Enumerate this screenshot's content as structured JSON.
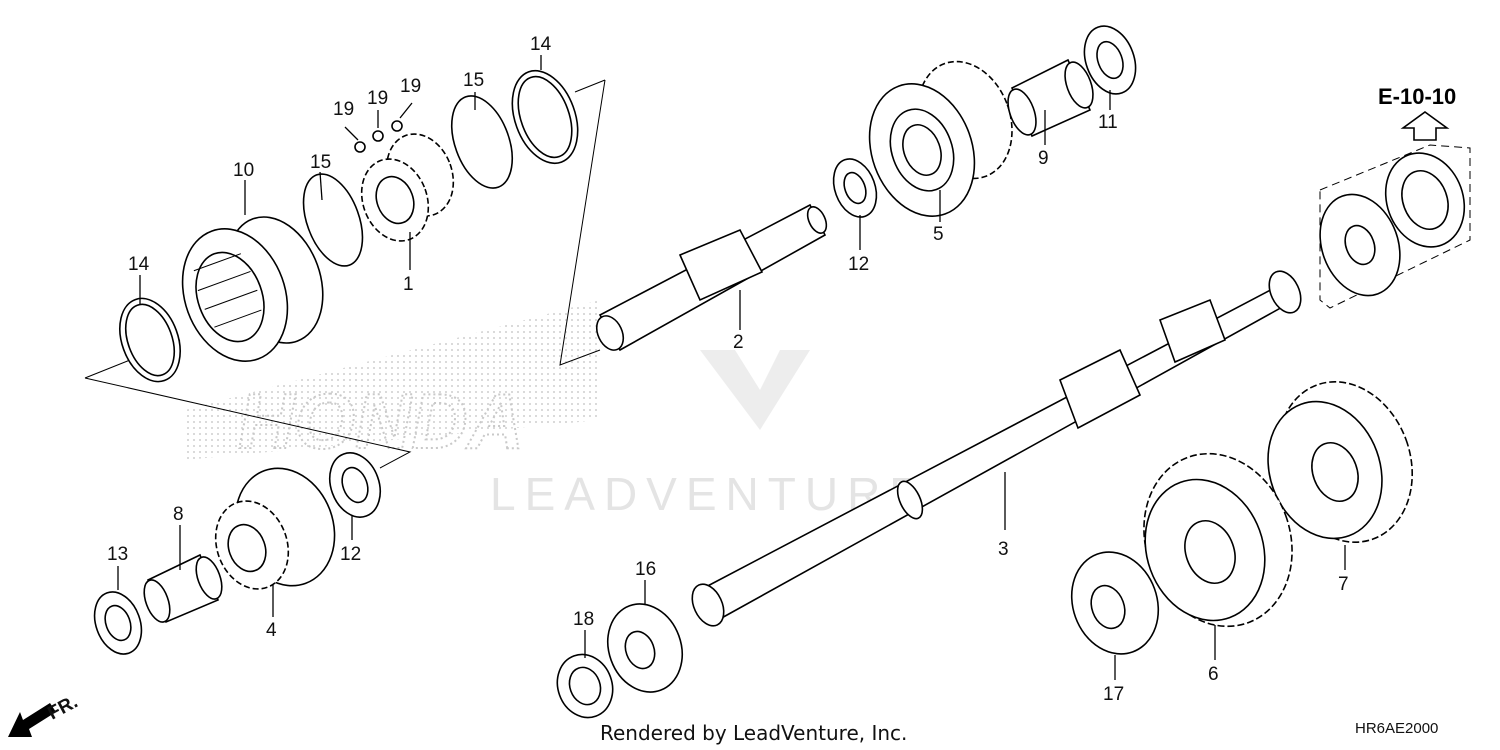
{
  "callouts": {
    "p1": "1",
    "p2": "2",
    "p3": "3",
    "p4": "4",
    "p5": "5",
    "p6": "6",
    "p7": "7",
    "p8": "8",
    "p9": "9",
    "p10": "10",
    "p11": "11",
    "p12a": "12",
    "p12b": "12",
    "p13": "13",
    "p14a": "14",
    "p14b": "14",
    "p15a": "15",
    "p15b": "15",
    "p16": "16",
    "p17": "17",
    "p18": "18",
    "p19a": "19",
    "p19b": "19",
    "p19c": "19"
  },
  "reference": "E-10-10",
  "direction_label": "FR.",
  "footer_text": "Rendered by LeadVenture, Inc.",
  "diagram_code": "HR6AE2000",
  "watermark": {
    "brand": "LEADVENTURE",
    "logo_text": "HONDA"
  },
  "colors": {
    "line": "#000000",
    "background": "#ffffff",
    "watermark": "#e4e4e4",
    "stipple": "#cfcfcf"
  },
  "icons": {
    "direction": "arrow-down-left-icon",
    "reference": "arrow-up-icon"
  }
}
